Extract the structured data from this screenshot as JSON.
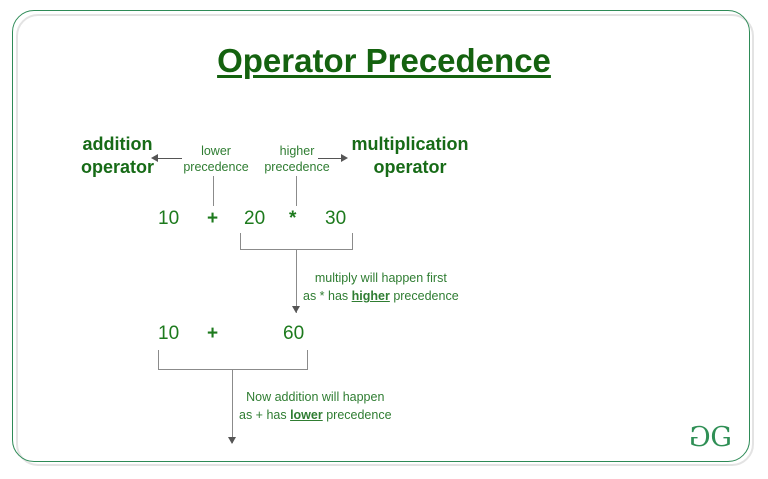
{
  "page": {
    "title": "Operator Precedence",
    "background_color": "#ffffff",
    "border_color": "#2e8b57",
    "text_color": "#1d7a1d",
    "heading_color": "#14620f"
  },
  "labels": {
    "addition_operator_line1": "addition",
    "addition_operator_line2": "operator",
    "multiplication_operator_line1": "multiplication",
    "multiplication_operator_line2": "operator",
    "lower_precedence_line1": "lower",
    "lower_precedence_line2": "precedence",
    "higher_precedence_line1": "higher",
    "higher_precedence_line2": "precedence"
  },
  "expression_step_1": {
    "operand_1": "10",
    "operator_1": "+",
    "operand_2": "20",
    "operator_2": "*",
    "operand_3": "30"
  },
  "expression_step_2": {
    "operand_1": "10",
    "operator_1": "+",
    "operand_2": "60"
  },
  "notes": {
    "multiply_line1": "multiply will happen first",
    "multiply_line2_prefix": "as * has ",
    "multiply_line2_emphasis": "higher",
    "multiply_line2_suffix": " precedence",
    "addition_line1": "Now addition will happen",
    "addition_line2_prefix": "as + has ",
    "addition_line2_emphasis": "lower",
    "addition_line2_suffix": " precedence"
  },
  "logo": {
    "mark_left": "G",
    "mark_right": "G"
  }
}
